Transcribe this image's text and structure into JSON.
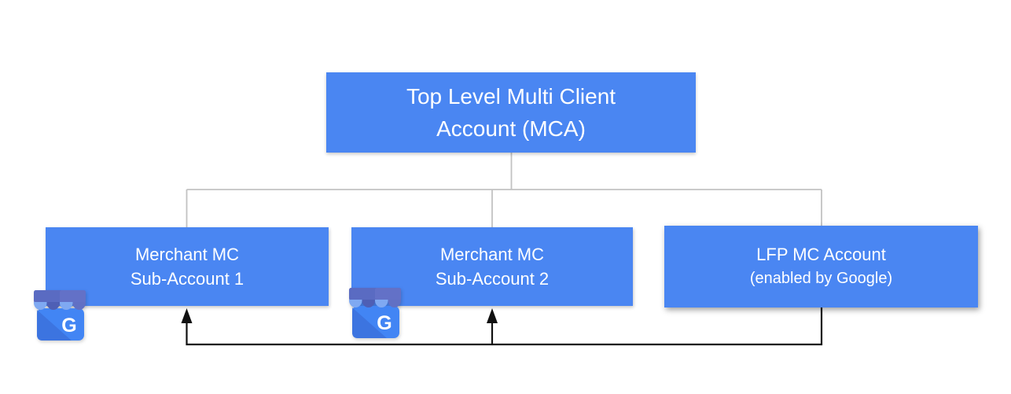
{
  "diagram": {
    "title_box": {
      "line1": "Top Level Multi Client",
      "line2": "Account (MCA)"
    },
    "sub_boxes": [
      {
        "line1": "Merchant MC",
        "line2": "Sub-Account 1"
      },
      {
        "line1": "Merchant MC",
        "line2": "Sub-Account 2"
      },
      {
        "line1": "LFP MC Account",
        "line2": "(enabled by Google)"
      }
    ],
    "icons": {
      "gmb_letter": "G"
    },
    "colors": {
      "box_fill": "#4A86F2",
      "box_text": "#ffffff",
      "tree_line": "#c2c2c2",
      "flow_line": "#111111",
      "gmb_body": "#4285F4",
      "gmb_body_shade": "#3B6FD9",
      "gmb_awning_band": "#5A6BC2",
      "gmb_scallop_light": "#7FA9F2",
      "gmb_scallop_dark": "#4E5FB5",
      "gmb_scallop_mid": "#6170C4"
    }
  }
}
